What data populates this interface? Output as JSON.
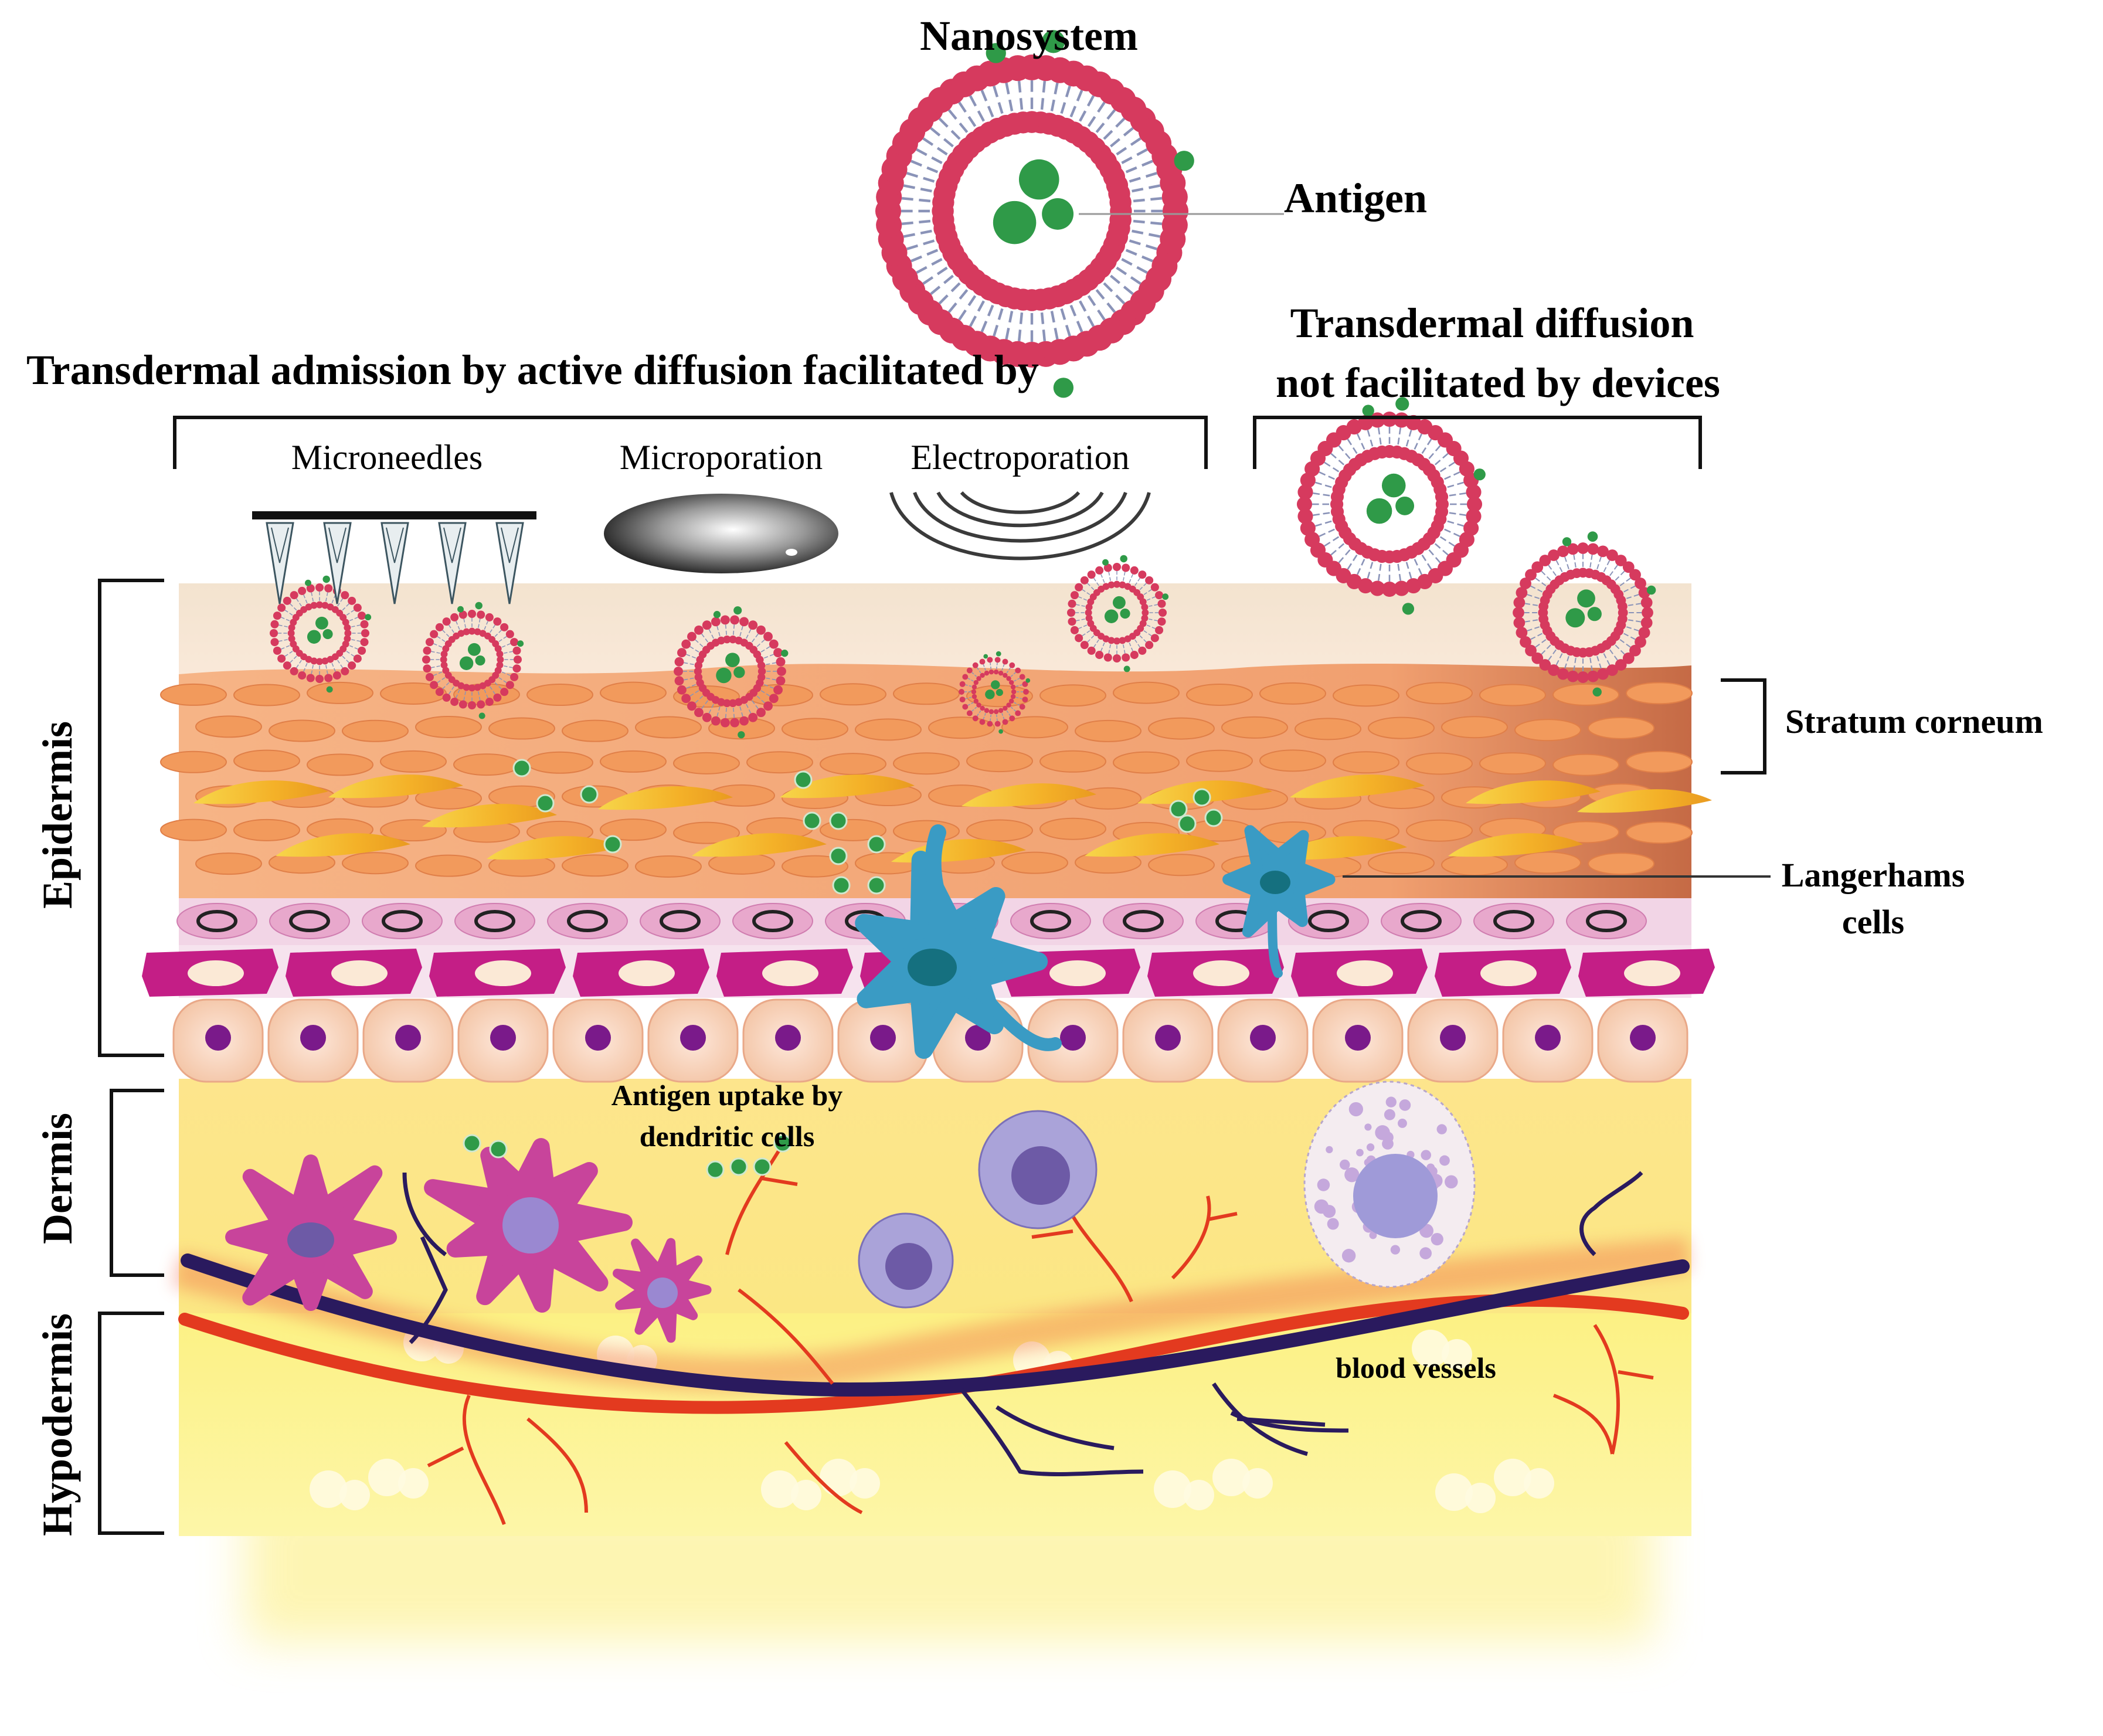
{
  "labels": {
    "nanosystem": "Nanosystem",
    "antigen": "Antigen",
    "active_diffusion": "Transdermal admission by active diffusion facilitated by",
    "passive_diffusion_line1": "Transdermal diffusion",
    "passive_diffusion_line2": "not facilitated by devices",
    "microneedles": "Microneedles",
    "microporation": "Microporation",
    "electroporation": "Electroporation",
    "stratum_corneum": "Stratum corneum",
    "langerhans_line1": "Langerhams",
    "langerhans_line2": "cells",
    "antigen_uptake_line1": "Antigen uptake by",
    "antigen_uptake_line2": "dendritic cells",
    "blood_vessels": "blood vessels",
    "epidermis": "Epidermis",
    "dermis": "Dermis",
    "hypodermis": "Hypodermis"
  },
  "colors": {
    "lipid_head": "#d63a5e",
    "lipid_tail": "#8a93b8",
    "antigen": "#2f9a48",
    "langerhans_cell": "#3a9bc4",
    "dendritic_cell": "#c8449b",
    "artery": "#e33a1f",
    "vein": "#2a1a5e",
    "stratum_corneum_cell": "#f29a5c",
    "dermis": "#fde88a",
    "hypodermis": "#fdf27a"
  },
  "icons": {
    "liposome": "liposome-icon",
    "microneedles": "microneedle-array-icon",
    "microporation": "microporation-disc-icon",
    "electroporation": "electric-wave-icon"
  }
}
